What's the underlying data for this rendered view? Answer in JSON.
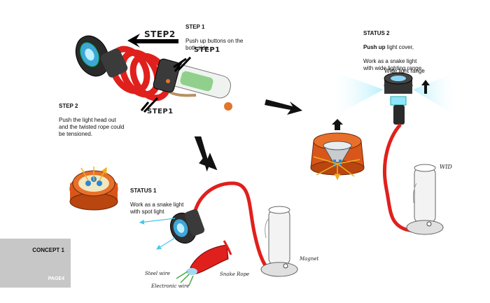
{
  "step1": {
    "title": "STEP 1",
    "text": "Push up buttons on the\nboth side."
  },
  "step2": {
    "title": "STEP 2",
    "text": "Push the light head out\nand the twisted rope could\nbe tensioned."
  },
  "status1": {
    "title": "STATUS 1",
    "text": "Work as a snake light\nwith spot light"
  },
  "status2": {
    "title": "STATUS 2",
    "bold_prefix": "Push up",
    "text_rest": " light cover,",
    "text": "Work as a snake light\nwith wide lighting range."
  },
  "handwritten": {
    "step2_arrow": "STEP2",
    "step1_top": "STEP1",
    "step1_bottom": "STEP1",
    "wide_light": "Wide light range",
    "wid": "WID",
    "magnet": "Magnet",
    "steel_wire": "Steel wire",
    "electric_wire": "Electronic wire",
    "snake_rope": "Snake Rope"
  },
  "footer": {
    "concept": "CONCEPT 1",
    "page": "PAGE4"
  },
  "colors": {
    "red": "#e0201c",
    "dark": "#222222",
    "cyan": "#7fe0f5",
    "orange": "#d9561a",
    "green": "#7fc97a",
    "gray": "#c7c7c7"
  }
}
